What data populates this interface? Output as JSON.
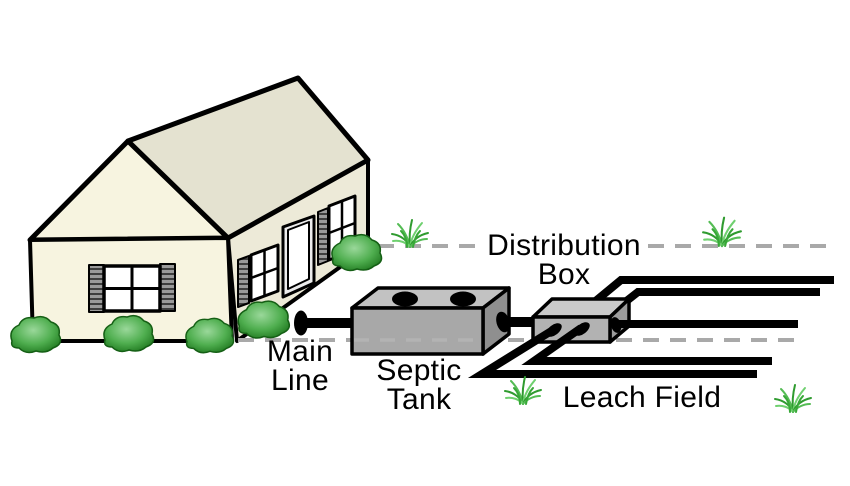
{
  "diagram": {
    "labels": {
      "main_line_1": "Main",
      "main_line_2": "Line",
      "septic_tank_1": "Septic",
      "septic_tank_2": "Tank",
      "distribution_box_1": "Distribution",
      "distribution_box_2": "Box",
      "leach_field": "Leach Field"
    },
    "colors": {
      "background": "#ffffff",
      "house_front_wall": "#f7f4e0",
      "house_side_wall": "#edead8",
      "roof": "#e4e2d0",
      "window_white": "#ffffff",
      "door_frame": "#ececec",
      "shutter_gray": "#9a9a9a",
      "tank_front": "#a8a8a8",
      "tank_top": "#c2c2c2",
      "tank_side": "#8f8f8f",
      "box_front": "#b2b2b2",
      "box_top": "#cacaca",
      "box_side": "#9c9c9c",
      "pipe_black": "#000000",
      "outline_black": "#000000",
      "ground_dash_gray": "#a9a9a9",
      "bush_light_green": "#9ad89a",
      "bush_dark_green": "#1a721a",
      "grass_green": "#3aa33a",
      "text_black": "#000000"
    }
  }
}
